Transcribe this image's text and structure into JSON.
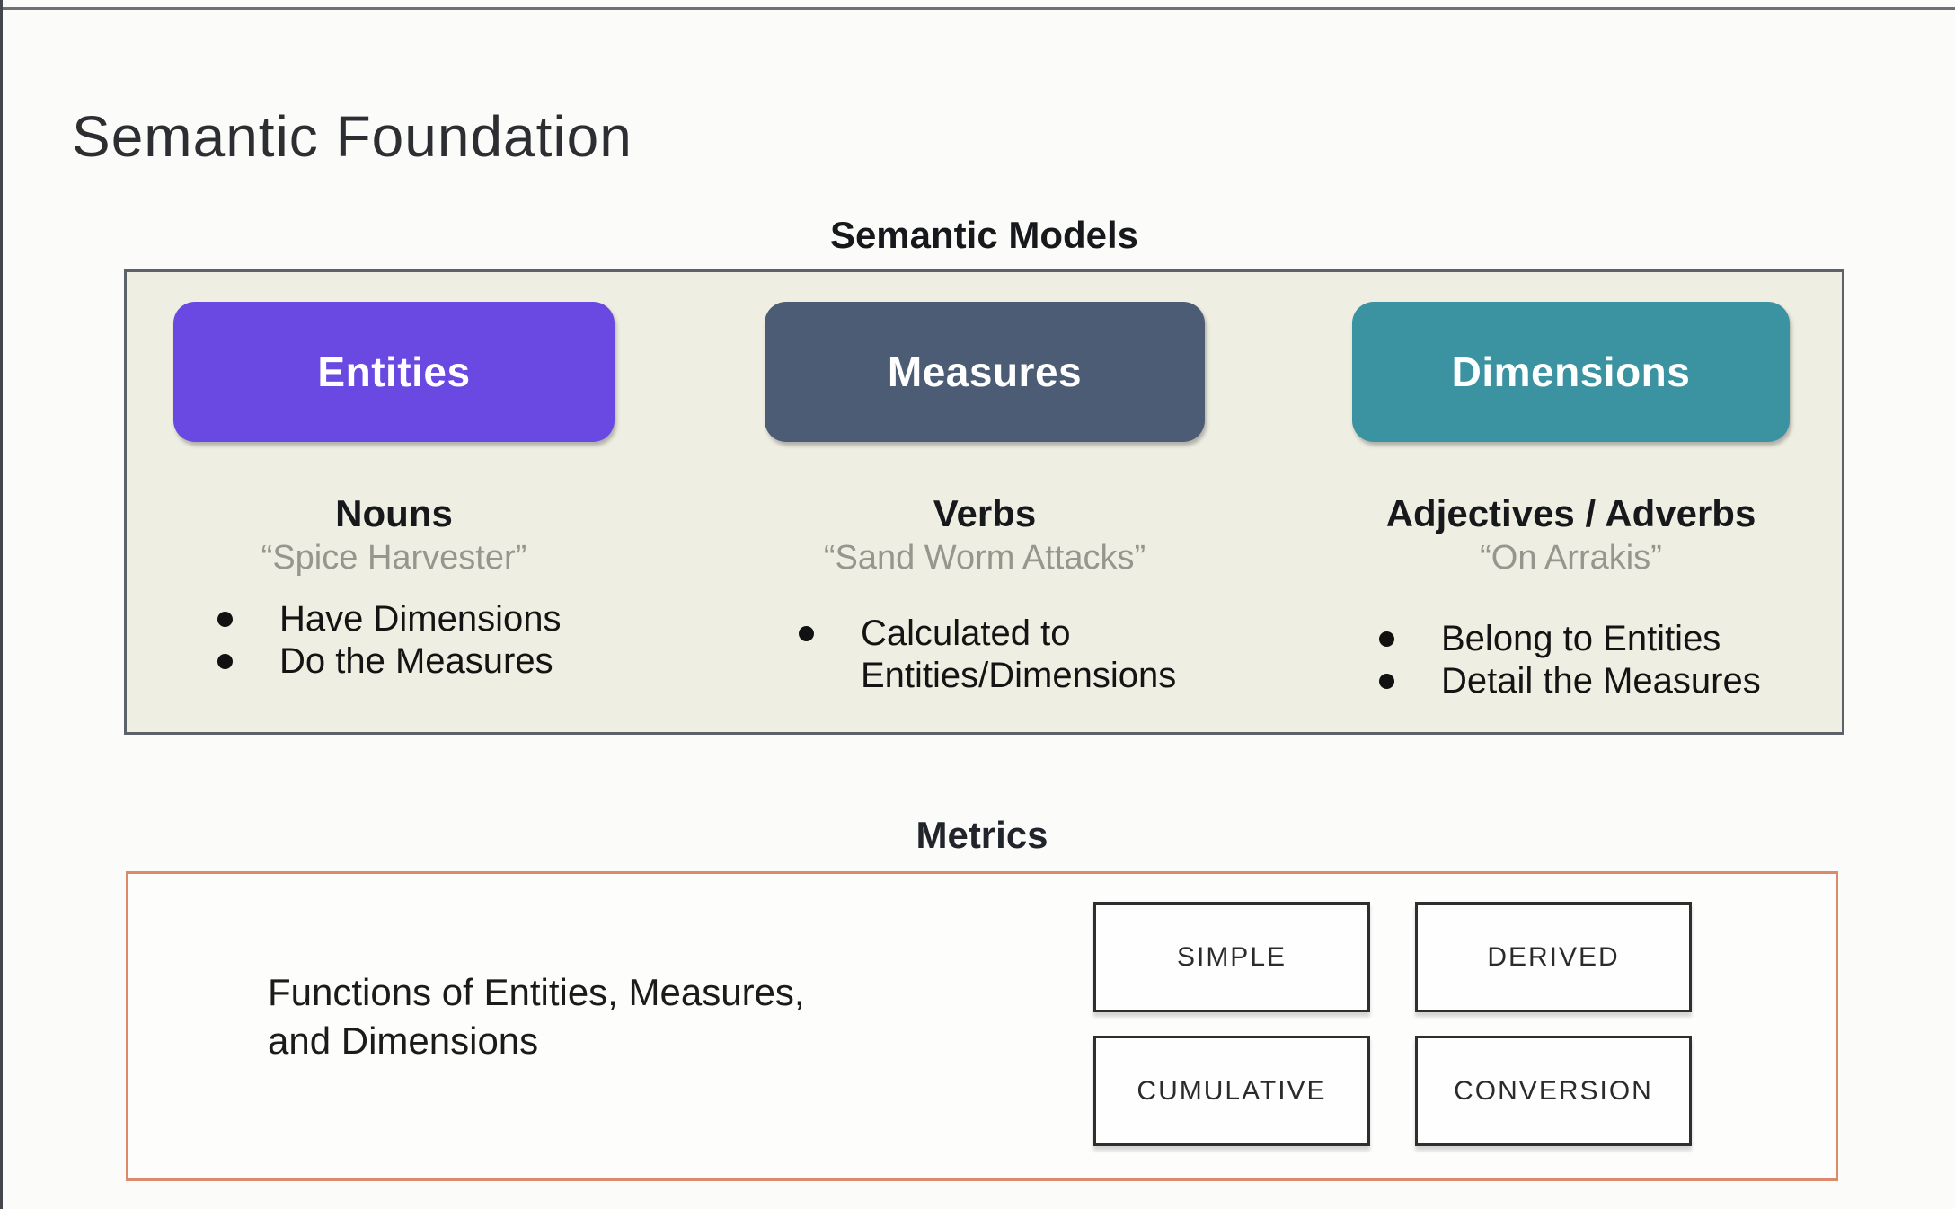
{
  "page": {
    "title": "Semantic Foundation"
  },
  "models": {
    "heading": "Semantic Models",
    "panel_color": "#efeee2",
    "columns": [
      {
        "button": "Entities",
        "button_color": "#6a49e2",
        "role": "Nouns",
        "example": "“Spice Harvester”",
        "bullets": [
          "Have Dimensions",
          "Do the Measures"
        ]
      },
      {
        "button": "Measures",
        "button_color": "#4d5c75",
        "role": "Verbs",
        "example": "“Sand Worm Attacks”",
        "bullets": [
          "Calculated to Entities/Dimensions"
        ]
      },
      {
        "button": "Dimensions",
        "button_color": "#3b93a2",
        "role": "Adjectives / Adverbs",
        "example": "“On Arrakis”",
        "bullets": [
          "Belong to Entities",
          "Detail the Measures"
        ]
      }
    ]
  },
  "metrics": {
    "heading": "Metrics",
    "border_color": "#dd8a6c",
    "description_line1": "Functions of Entities, Measures,",
    "description_line2": "and Dimensions",
    "types": [
      "SIMPLE",
      "DERIVED",
      "CUMULATIVE",
      "CONVERSION"
    ]
  }
}
